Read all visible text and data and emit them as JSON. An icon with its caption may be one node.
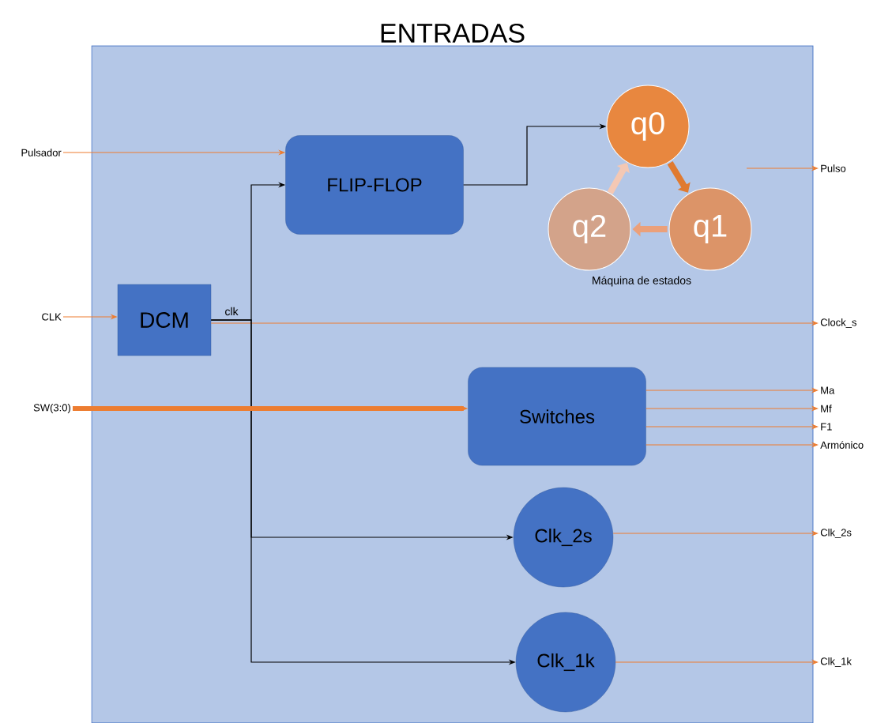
{
  "diagram": {
    "nodes": [
      {
        "text": [
          "ENTRADAS"
        ]
      },
      {
        "text": [
          "FLIP-FLOP"
        ],
        "in": 0
      },
      {
        "text": [
          "q0"
        ],
        "in": 0
      },
      {
        "text": [
          "q1"
        ],
        "in": 0
      },
      {
        "text": [
          "q2"
        ],
        "in": 0
      },
      {
        "text": [
          "DCM"
        ],
        "in": 0
      },
      {
        "text": [
          "Switches"
        ],
        "in": 0
      },
      {
        "text": [
          "Clk_2s"
        ],
        "in": 0
      },
      {
        "text": [
          "Clk_1k"
        ],
        "in": 0
      },
      {
        "text": [
          "Pulsador"
        ]
      },
      {
        "text": [
          "CLK"
        ]
      },
      {
        "text": [
          "SW(3:0)"
        ]
      },
      {
        "text": [
          "Pulso"
        ]
      },
      {
        "text": [
          "Clock_s"
        ]
      },
      {
        "text": [
          "Ma"
        ]
      },
      {
        "text": [
          "Mf"
        ]
      },
      {
        "text": [
          "F1"
        ]
      },
      {
        "text": [
          "Armónico"
        ]
      },
      {
        "text": [
          "Clk_2s"
        ]
      },
      {
        "text": [
          "Clk_1k"
        ]
      }
    ],
    "edges": [
      {
        "from": 9,
        "to": 1,
        "arrow": "to"
      },
      {
        "from": 10,
        "to": 5,
        "arrow": "to"
      },
      {
        "from": 5,
        "to": 1,
        "arrow": "to",
        "color": "#000000"
      },
      {
        "from": 5,
        "to": 13,
        "arrow": "to"
      },
      {
        "from": 5,
        "to": 7,
        "arrow": "to",
        "color": "#000000"
      },
      {
        "from": 5,
        "to": 8,
        "arrow": "to",
        "color": "#000000"
      },
      {
        "from": 11,
        "to": 6,
        "arrow": "to",
        "style": "thick"
      },
      {
        "from": 1,
        "to": 2,
        "arrow": "to",
        "color": "#000000"
      },
      {
        "from": 2,
        "to": 3,
        "arrow": "to",
        "style": "thick",
        "color": "#e07a30"
      },
      {
        "from": 3,
        "to": 4,
        "arrow": "to",
        "style": "thick",
        "color": "#eba07a"
      },
      {
        "from": 4,
        "to": 2,
        "arrow": "to",
        "style": "thick",
        "color": "#f4c8b4"
      },
      {
        "from": null,
        "to": 12,
        "arrow": "to"
      },
      {
        "from": 6,
        "to": 14,
        "arrow": "to"
      },
      {
        "from": 6,
        "to": 15,
        "arrow": "to"
      },
      {
        "from": 6,
        "to": 16,
        "arrow": "to"
      },
      {
        "from": 6,
        "to": 17,
        "arrow": "to"
      },
      {
        "from": 7,
        "to": 18,
        "arrow": "to"
      },
      {
        "from": 8,
        "to": 19,
        "arrow": "to"
      }
    ],
    "labels": [
      "clk",
      "Máquina de estados"
    ]
  }
}
